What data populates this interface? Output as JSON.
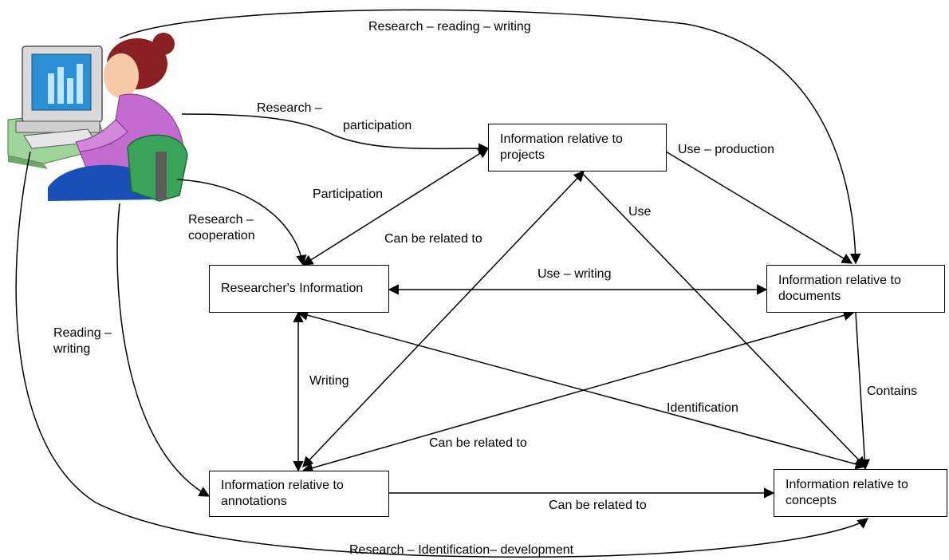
{
  "nodes": {
    "projects": "Information relative to projects",
    "researcher": "Researcher's Information",
    "documents": "Information relative to documents",
    "annotations": "Information relative to annotations",
    "concepts": "Information relative to concepts"
  },
  "edges": {
    "research_reading_writing": "Research – reading – writing",
    "research_participation_1": "Research –",
    "research_participation_2": "participation",
    "use_production": "Use – production",
    "participation": "Participation",
    "use": "Use",
    "research_cooperation_1": "Research –",
    "research_cooperation_2": "cooperation",
    "can_be_related_to_top": "Can be related to",
    "use_writing": "Use – writing",
    "reading_writing_1": "Reading –",
    "reading_writing_2": "writing",
    "writing": "Writing",
    "contains": "Contains",
    "identification": "Identification",
    "can_be_related_to_mid": "Can be related to",
    "can_be_related_to_bottom": "Can be related to",
    "research_identification_development": "Research – Identification– development"
  },
  "clipart": {
    "icon": "researcher-at-computer-icon"
  }
}
